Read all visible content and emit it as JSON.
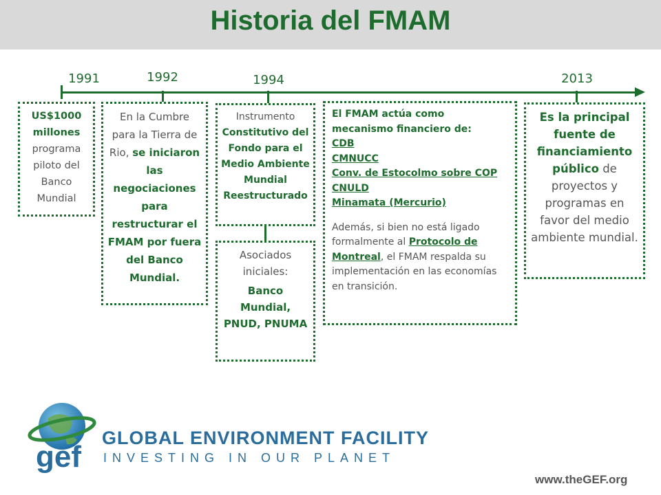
{
  "title": "Historia del FMAM",
  "timeline": {
    "years": [
      "1991",
      "1992",
      "1994",
      "2013"
    ]
  },
  "boxes": {
    "b1": {
      "bold": "US$1000 millones",
      "text": " programa piloto del Banco Mundial"
    },
    "b2": {
      "text": "En la Cumbre para la Tierra de Rio, ",
      "bold": "se iniciaron las negociaciones para restructurar el FMAM por fuera del Banco Mundial."
    },
    "b3": {
      "text": "Instrumento ",
      "bold": "Constitutivo del Fondo para el Medio Ambiente Mundial Reestructurado"
    },
    "b4": {
      "text": "Asociados iniciales:",
      "bold": "Banco Mundial, PNUD, PNUMA"
    },
    "b5": {
      "head_bold": "El FMAM",
      "head_text": " actúa como mecanismo financiero de:",
      "links": [
        "CDB",
        "CMNUCC",
        "Conv. de Estocolmo sobre COP",
        "CNULD",
        "Minamata (Mercurio)"
      ],
      "p_start": "Además, si bien no está ligado formalmente al ",
      "p_link": "Protocolo de Montreal",
      "p_end": ", el FMAM respalda su implementación en las economías en transición."
    },
    "b6": {
      "bold": "Es la principal fuente de financiamiento público",
      "text": " de proyectos y programas en favor del medio ambiente mundial."
    }
  },
  "footer": {
    "logo_text": "gef",
    "org_name": "GLOBAL ENVIRONMENT FACILITY",
    "tagline": "INVESTING IN OUR PLANET",
    "website": "www.theGEF.org"
  },
  "colors": {
    "accent_green": "#1e6b2e",
    "brand_blue": "#2a6d9c",
    "title_bar": "#d9d9d9"
  }
}
